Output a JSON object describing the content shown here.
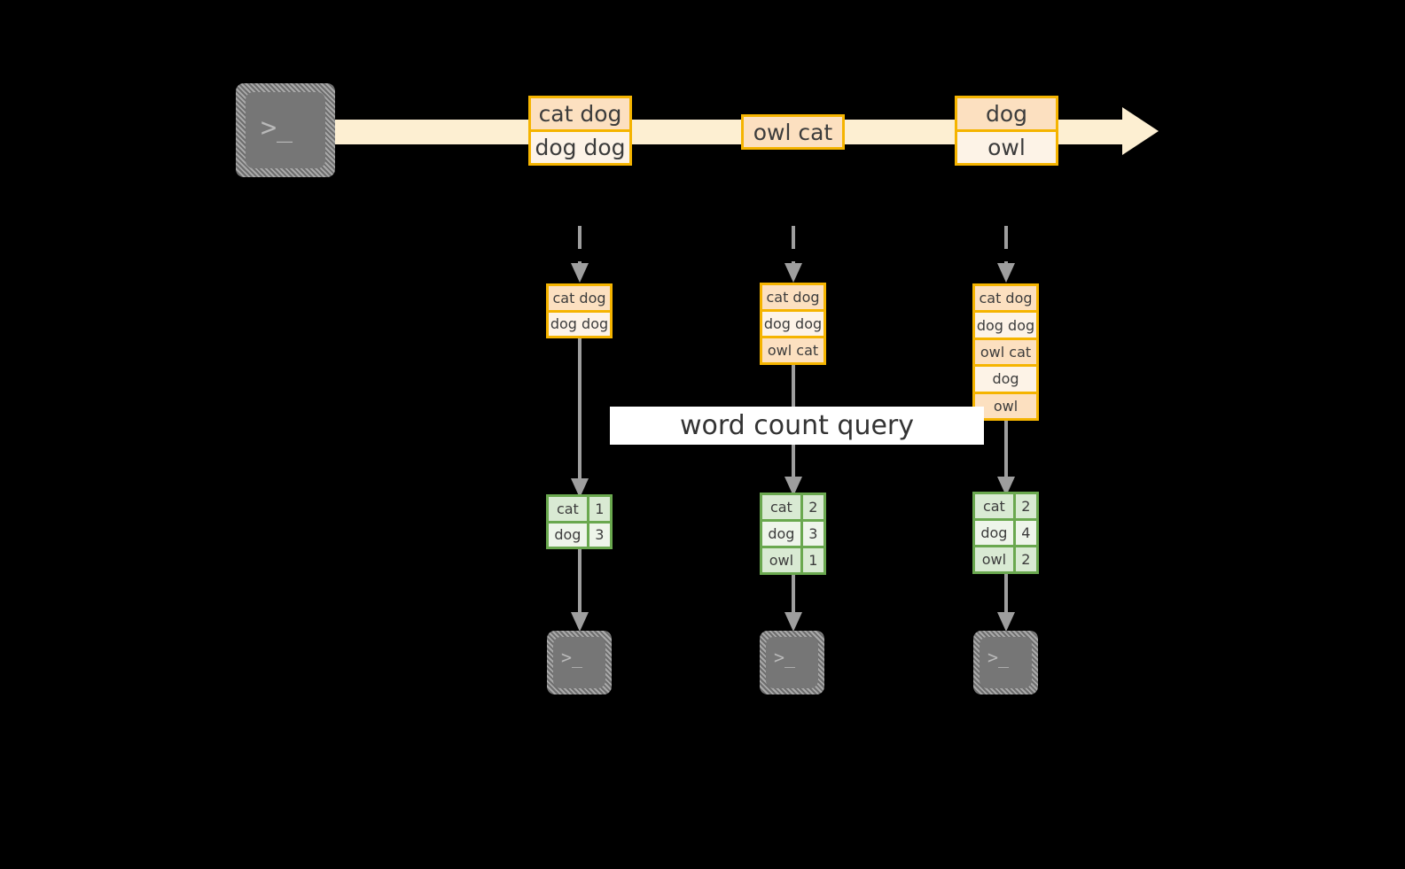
{
  "diagram": {
    "title": "word count query",
    "colors": {
      "background": "#000000",
      "record_border": "#f5b400",
      "record_fill_dark": "#fce0c0",
      "record_fill_light": "#fdf3e7",
      "stream_band": "#fdefd2",
      "table_border": "#6aa84f",
      "table_fill_dark": "#d9ead3",
      "table_fill_light": "#eef5ea",
      "connector": "#9e9e9e",
      "terminal_fill": "#767676",
      "label_fill": "#ffffff"
    }
  },
  "stream": {
    "source_terminal": {
      "icon": "terminal-icon",
      "glyph": ">_"
    },
    "records": [
      {
        "lines": [
          "cat dog",
          "dog dog"
        ]
      },
      {
        "lines": [
          "owl cat"
        ]
      },
      {
        "lines": [
          "dog",
          "owl"
        ]
      }
    ]
  },
  "query": {
    "label": "word count query"
  },
  "snapshots": [
    {
      "id": "snapshot-1",
      "input_lines": [
        "cat dog",
        "dog dog"
      ],
      "results": {
        "rows": [
          {
            "word": "cat",
            "count": "1"
          },
          {
            "word": "dog",
            "count": "3"
          }
        ]
      },
      "sink_terminal": {
        "icon": "terminal-icon",
        "glyph": ">_"
      }
    },
    {
      "id": "snapshot-2",
      "input_lines": [
        "cat dog",
        "dog dog",
        "owl cat"
      ],
      "results": {
        "rows": [
          {
            "word": "cat",
            "count": "2"
          },
          {
            "word": "dog",
            "count": "3"
          },
          {
            "word": "owl",
            "count": "1"
          }
        ]
      },
      "sink_terminal": {
        "icon": "terminal-icon",
        "glyph": ">_"
      }
    },
    {
      "id": "snapshot-3",
      "input_lines": [
        "cat dog",
        "dog dog",
        "owl cat",
        "dog",
        "owl"
      ],
      "results": {
        "rows": [
          {
            "word": "cat",
            "count": "2"
          },
          {
            "word": "dog",
            "count": "4"
          },
          {
            "word": "owl",
            "count": "2"
          }
        ]
      },
      "sink_terminal": {
        "icon": "terminal-icon",
        "glyph": ">_"
      }
    }
  ]
}
